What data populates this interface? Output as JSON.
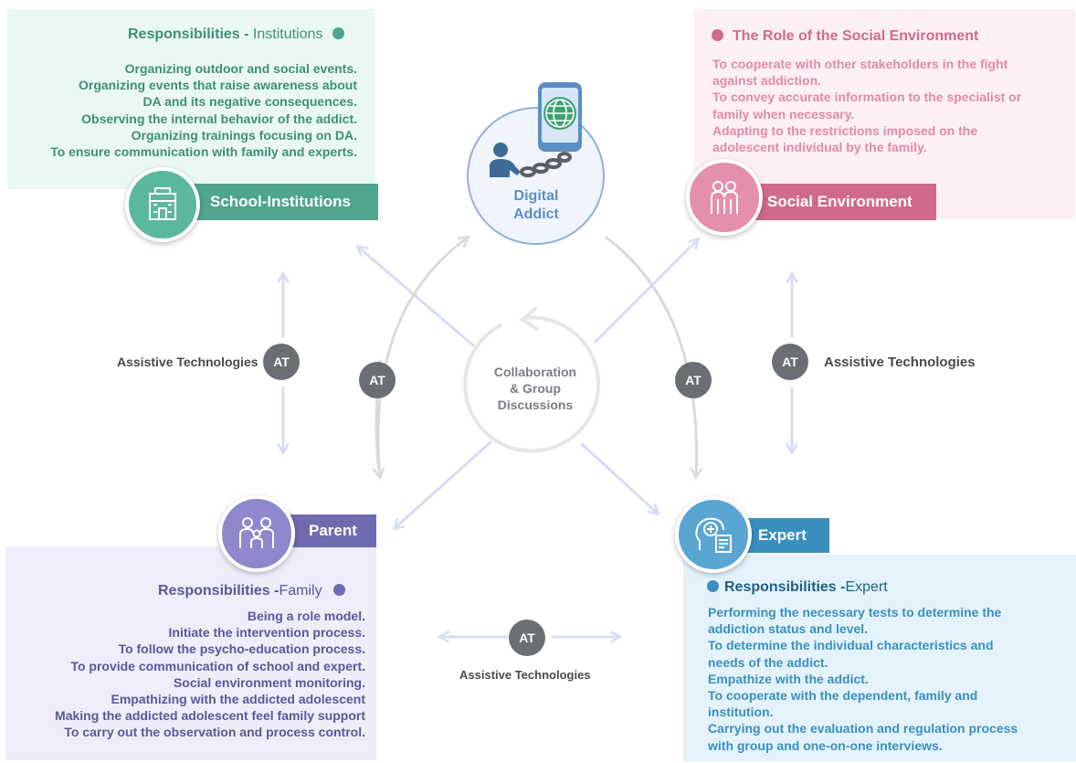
{
  "digital_addict": {
    "label_line1": "Digital",
    "label_line2": "Addict"
  },
  "center": {
    "line1": "Collaboration",
    "line2": "& Group",
    "line3": "Discussions"
  },
  "school": {
    "tag": "School-Institutions",
    "head_bold": "Responsibilities -",
    "head_light": " Institutions",
    "items": [
      "Organizing outdoor and social events.",
      "Organizing events that raise awareness about",
      "DA and its negative consequences.",
      "Observing the internal behavior of the addict.",
      "Organizing trainings focusing on DA.",
      "To ensure communication with family and experts."
    ],
    "color": "#4fa58d"
  },
  "social": {
    "tag": "Social Environment",
    "head": "The Role of the Social Environment",
    "items": [
      "To cooperate with other stakeholders in the fight",
      "against addiction.",
      "To convey accurate information to the specialist or",
      "family when necessary.",
      "Adapting to the restrictions imposed on the",
      "adolescent individual by the family."
    ],
    "color": "#d0698e"
  },
  "parent": {
    "tag": "Parent",
    "head_bold": "Responsibilities -",
    "head_light": "Family",
    "items": [
      "Being a role model.",
      "Initiate the intervention process.",
      "To follow the psycho-education process.",
      "To provide communication of school and expert.",
      "Social environment monitoring.",
      "Empathizing with the addicted adolescent",
      "Making the addicted adolescent feel family support",
      "To carry out the observation and process control."
    ],
    "color": "#6e6bb0"
  },
  "expert": {
    "tag": "Expert",
    "head_bold": "Responsibilities -",
    "head_light": "Expert",
    "items": [
      "Performing the necessary tests to determine the",
      "addiction status and level.",
      "To determine the individual characteristics and",
      "needs of the addict.",
      "Empathize with the addict.",
      "To cooperate with the dependent, family and",
      "institution.",
      "Carrying out the evaluation and regulation process",
      "with group and one-on-one interviews."
    ],
    "color": "#3a8fbf"
  },
  "at": {
    "badge": "AT",
    "label": "Assistive Technologies"
  }
}
